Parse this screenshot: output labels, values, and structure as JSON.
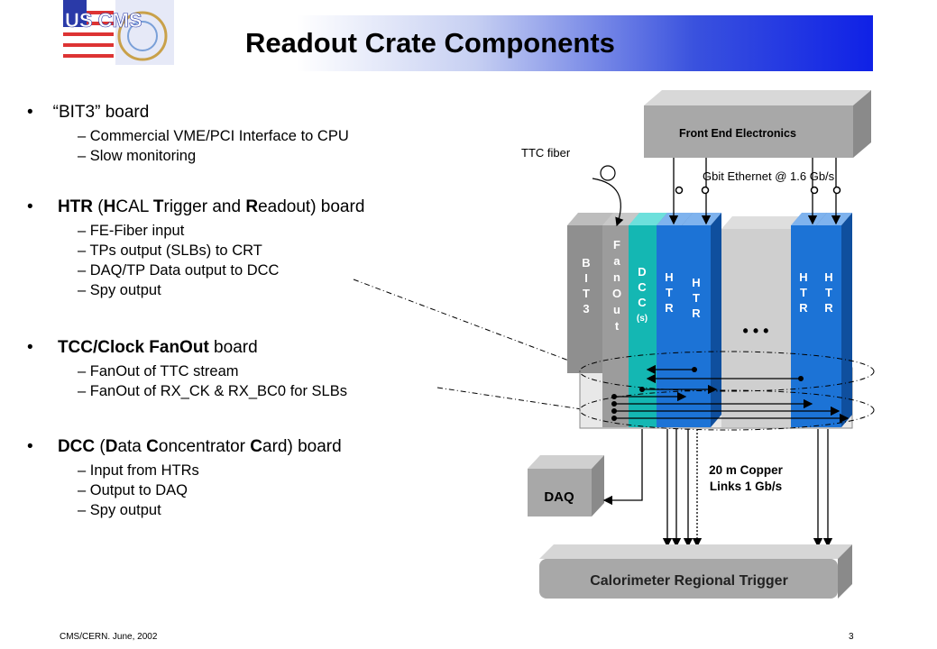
{
  "logo": {
    "text": "US CMS"
  },
  "title": "Readout Crate Components",
  "bullets": [
    {
      "title_parts": [
        "“BIT3” board"
      ],
      "subs": [
        "–  Commercial VME/PCI Interface to CPU",
        "–  Slow monitoring"
      ]
    },
    {
      "title_parts": [
        "HTR",
        " (",
        "H",
        "CAL ",
        "T",
        "rigger and ",
        "R",
        "eadout) board"
      ],
      "subs": [
        "–   FE-Fiber input",
        "–   TPs output (SLBs) to CRT",
        "–   DAQ/TP Data output to DCC",
        "–   Spy output"
      ]
    },
    {
      "title_parts": [
        "TCC/Clock FanOut",
        " board"
      ],
      "subs": [
        "–   FanOut of TTC stream",
        "–   FanOut of RX_CK & RX_BC0 for SLBs"
      ]
    },
    {
      "title_parts": [
        "DCC",
        " (",
        "D",
        "ata ",
        "C",
        "oncentrator ",
        "C",
        "ard) board"
      ],
      "subs": [
        "–   Input from HTRs",
        "–   Output to DAQ",
        "–   Spy output"
      ]
    }
  ],
  "diagram": {
    "front_end": "Front End Electronics",
    "ttc_fiber": "TTC fiber",
    "gbit": "Gbit Ethernet @ 1.6 Gb/s",
    "cards": {
      "bit3": [
        "B",
        "I",
        "T",
        "3"
      ],
      "fanout": [
        "F",
        "a",
        "n",
        "O",
        "u",
        "t"
      ],
      "dcc": [
        "D",
        "C",
        "C",
        "(s)"
      ],
      "htr": [
        "H",
        "T",
        "R"
      ]
    },
    "ellipsis": "• • •",
    "daq": "DAQ",
    "copper": [
      "20 m Copper",
      "Links 1 Gb/s"
    ],
    "crt": "Calorimeter Regional Trigger"
  },
  "footer": {
    "left": "CMS/CERN. June, 2002",
    "page": "3"
  },
  "colors": {
    "title_gradient_end": "#0f21e6",
    "htr": "#1c73d6",
    "dcc": "#14b7b3",
    "fanout": "#8f8f8f",
    "box_gray": "#a8a8a8"
  }
}
